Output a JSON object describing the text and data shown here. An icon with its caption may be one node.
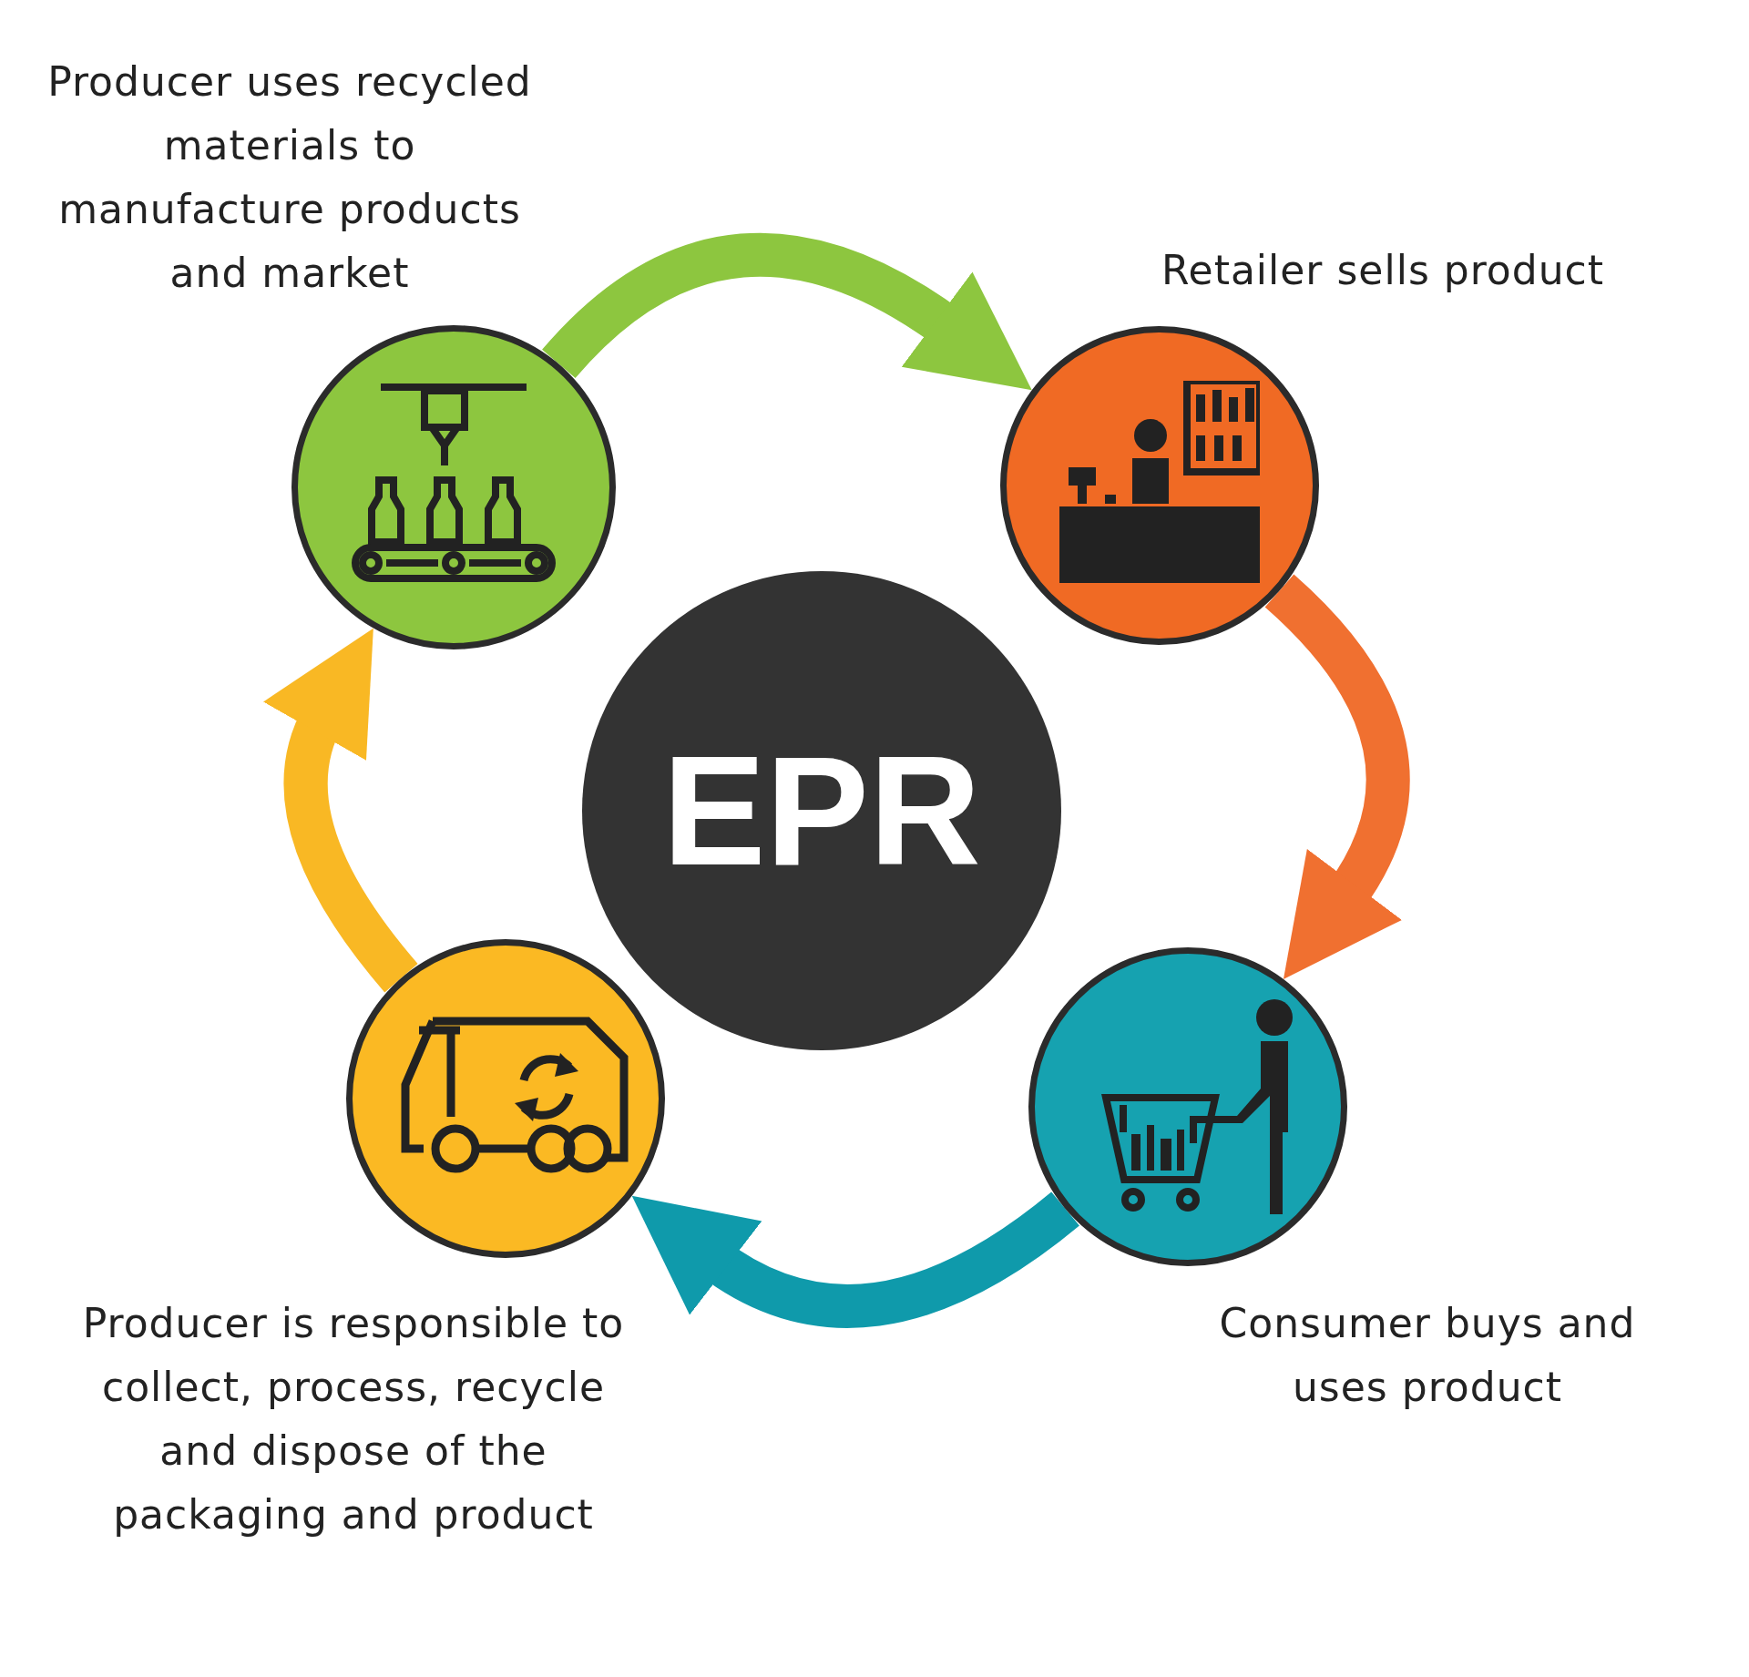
{
  "diagram": {
    "nodes": [
      {
        "text": [
          "Producer uses recycled materials to manufacture products and market"
        ]
      },
      {
        "text": [
          "Retailer sells product"
        ]
      },
      {
        "text": [
          "EPR"
        ]
      },
      {
        "text": [
          "Producer is responsible to collect, process, recycle and dispose of the packaging and product"
        ]
      },
      {
        "text": [
          "Consumer buys and uses product"
        ]
      }
    ],
    "edges": [
      {
        "from": 0,
        "to": 1,
        "arrow": "to",
        "color": "#8dc63f"
      },
      {
        "from": 1,
        "to": 4,
        "arrow": "to",
        "color": "#f07030"
      },
      {
        "from": 4,
        "to": 3,
        "arrow": "to",
        "color": "#0f9aab"
      },
      {
        "from": 3,
        "to": 0,
        "arrow": "to",
        "color": "#f9b824"
      }
    ]
  }
}
